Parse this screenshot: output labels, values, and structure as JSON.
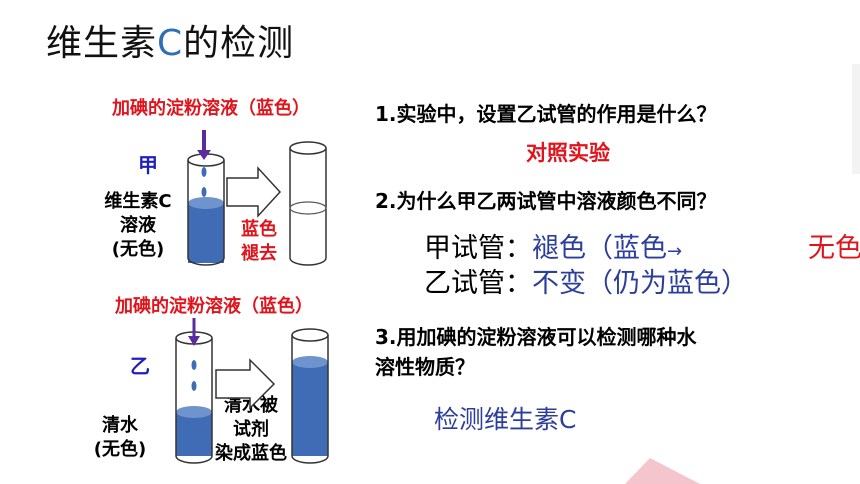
{
  "slide": {
    "title_part1": "维生素",
    "title_c": "C",
    "title_part2": "的检测"
  },
  "experiment_a": {
    "reagent_label": "加碘的淀粉溶液（蓝色）",
    "tube_name": "甲",
    "sample_line1": "维生素C",
    "sample_line2": "溶液",
    "sample_line3": "(无色)",
    "result_line1": "蓝色",
    "result_line2": "褪去"
  },
  "experiment_b": {
    "reagent_label": "加碘的淀粉溶液（蓝色）",
    "tube_name": "乙",
    "sample_line1": "清水",
    "sample_line2": "(无色)",
    "result_line1": "清水被",
    "result_line2": "试剂",
    "result_line3": "染成蓝色"
  },
  "questions": {
    "q1": "1.实验中，设置乙试管的作用是什么？",
    "a1": "对照实验",
    "q2": "2.为什么甲乙两试管中溶液颜色不同？",
    "a2_label": "甲试管：",
    "a2_value": "褪色（蓝色",
    "a2_arrow": "→",
    "a2_end": "无色",
    "a2b_label": "乙试管：",
    "a2b_value": "不变（仍为蓝色）",
    "q3_line1": "3.用加碘的淀粉溶液可以检测哪种水",
    "q3_line2": "溶性物质？",
    "a3": "检测维生素C"
  },
  "colors": {
    "accent_red": "#e0141c",
    "liquid_blue": "#3f6cb5",
    "text_blue": "#1f1fbf"
  }
}
